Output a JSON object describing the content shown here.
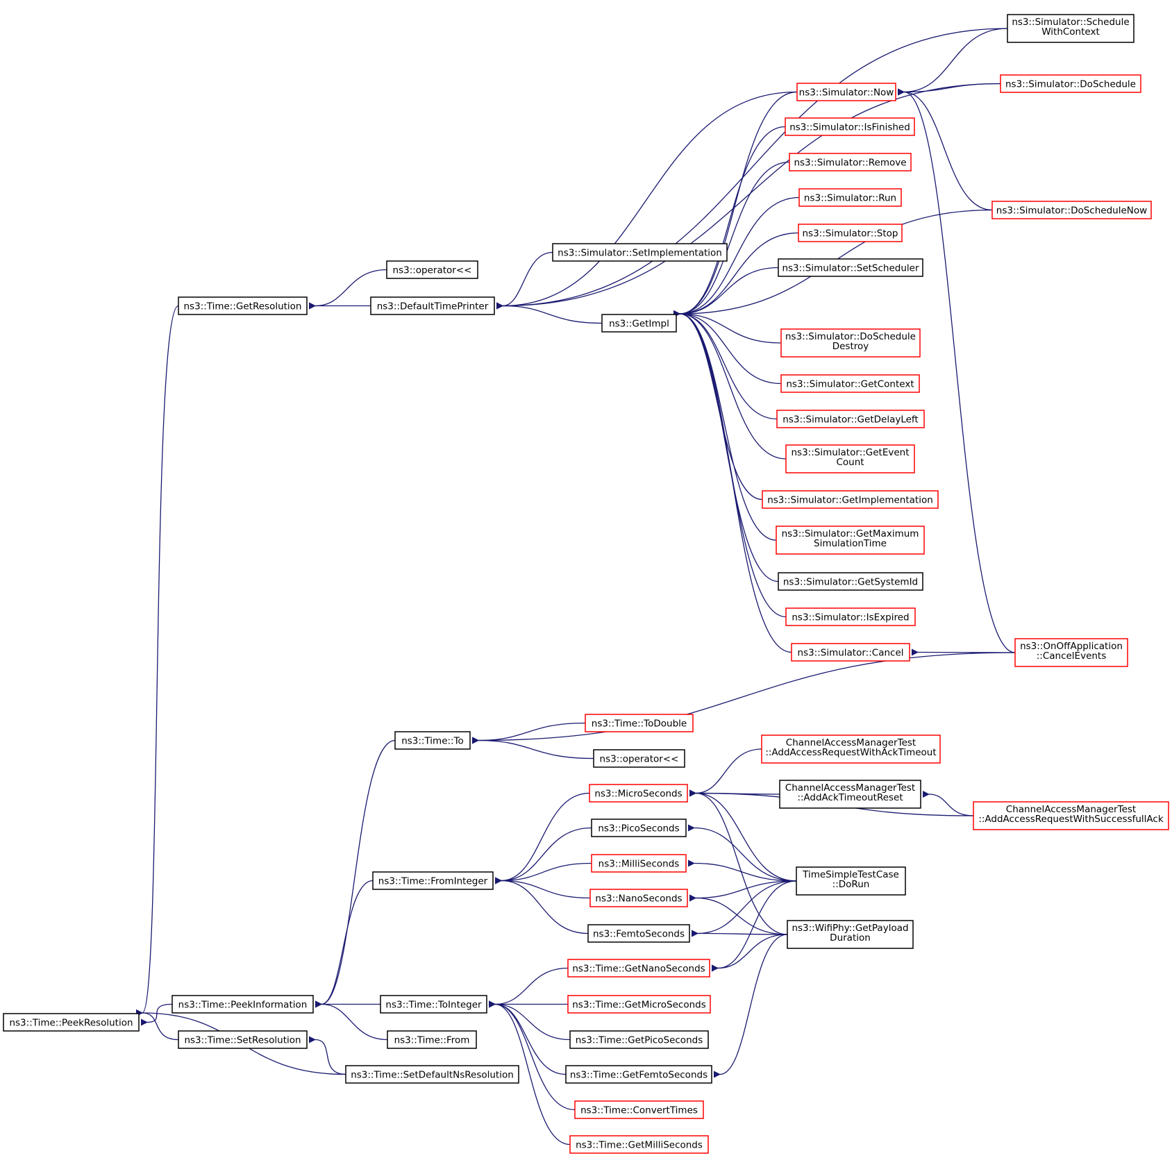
{
  "colors": {
    "edge": "#191970",
    "border_normal": "#000000",
    "border_truncated": "#ff0000",
    "root_fill": "#bfbfbf",
    "node_fill": "#ffffff"
  },
  "nodes": [
    {
      "id": "peek_resolution",
      "lines": [
        "ns3::Time::PeekResolution"
      ],
      "style": "root"
    },
    {
      "id": "get_resolution",
      "lines": [
        "ns3::Time::GetResolution"
      ],
      "style": "normal"
    },
    {
      "id": "operator_shift_1",
      "lines": [
        "ns3::operator<<"
      ],
      "style": "normal"
    },
    {
      "id": "default_time_printer",
      "lines": [
        "ns3::DefaultTimePrinter"
      ],
      "style": "normal"
    },
    {
      "id": "set_implementation",
      "lines": [
        "ns3::Simulator::SetImplementation"
      ],
      "style": "normal"
    },
    {
      "id": "get_impl",
      "lines": [
        "ns3::GetImpl"
      ],
      "style": "normal"
    },
    {
      "id": "schedule_with_context",
      "lines": [
        "ns3::Simulator::Schedule",
        "WithContext"
      ],
      "style": "normal"
    },
    {
      "id": "now",
      "lines": [
        "ns3::Simulator::Now"
      ],
      "style": "truncated"
    },
    {
      "id": "do_schedule",
      "lines": [
        "ns3::Simulator::DoSchedule"
      ],
      "style": "truncated"
    },
    {
      "id": "is_finished",
      "lines": [
        "ns3::Simulator::IsFinished"
      ],
      "style": "truncated"
    },
    {
      "id": "remove",
      "lines": [
        "ns3::Simulator::Remove"
      ],
      "style": "truncated"
    },
    {
      "id": "run",
      "lines": [
        "ns3::Simulator::Run"
      ],
      "style": "truncated"
    },
    {
      "id": "do_schedule_now",
      "lines": [
        "ns3::Simulator::DoScheduleNow"
      ],
      "style": "truncated"
    },
    {
      "id": "stop",
      "lines": [
        "ns3::Simulator::Stop"
      ],
      "style": "truncated"
    },
    {
      "id": "set_scheduler",
      "lines": [
        "ns3::Simulator::SetScheduler"
      ],
      "style": "normal"
    },
    {
      "id": "do_schedule_destroy",
      "lines": [
        "ns3::Simulator::DoSchedule",
        "Destroy"
      ],
      "style": "truncated"
    },
    {
      "id": "get_context",
      "lines": [
        "ns3::Simulator::GetContext"
      ],
      "style": "truncated"
    },
    {
      "id": "get_delay_left",
      "lines": [
        "ns3::Simulator::GetDelayLeft"
      ],
      "style": "truncated"
    },
    {
      "id": "get_event_count",
      "lines": [
        "ns3::Simulator::GetEvent",
        "Count"
      ],
      "style": "truncated"
    },
    {
      "id": "get_implementation",
      "lines": [
        "ns3::Simulator::GetImplementation"
      ],
      "style": "truncated"
    },
    {
      "id": "get_max_sim_time",
      "lines": [
        "ns3::Simulator::GetMaximum",
        "SimulationTime"
      ],
      "style": "truncated"
    },
    {
      "id": "get_system_id",
      "lines": [
        "ns3::Simulator::GetSystemId"
      ],
      "style": "normal"
    },
    {
      "id": "is_expired",
      "lines": [
        "ns3::Simulator::IsExpired"
      ],
      "style": "truncated"
    },
    {
      "id": "cancel",
      "lines": [
        "ns3::Simulator::Cancel"
      ],
      "style": "truncated"
    },
    {
      "id": "onoff_cancel_events",
      "lines": [
        "ns3::OnOffApplication",
        "::CancelEvents"
      ],
      "style": "truncated"
    },
    {
      "id": "time_to",
      "lines": [
        "ns3::Time::To"
      ],
      "style": "normal"
    },
    {
      "id": "to_double",
      "lines": [
        "ns3::Time::ToDouble"
      ],
      "style": "truncated"
    },
    {
      "id": "operator_shift_2",
      "lines": [
        "ns3::operator<<"
      ],
      "style": "normal"
    },
    {
      "id": "cam_ack_timeout",
      "lines": [
        "ChannelAccessManagerTest",
        "::AddAccessRequestWithAckTimeout"
      ],
      "style": "truncated"
    },
    {
      "id": "micro_seconds",
      "lines": [
        "ns3::MicroSeconds"
      ],
      "style": "truncated"
    },
    {
      "id": "cam_ack_timeout_reset",
      "lines": [
        "ChannelAccessManagerTest",
        "::AddAckTimeoutReset"
      ],
      "style": "normal"
    },
    {
      "id": "cam_successful_ack",
      "lines": [
        "ChannelAccessManagerTest",
        "::AddAccessRequestWithSuccessfullAck"
      ],
      "style": "truncated"
    },
    {
      "id": "pico_seconds",
      "lines": [
        "ns3::PicoSeconds"
      ],
      "style": "normal"
    },
    {
      "id": "milli_seconds",
      "lines": [
        "ns3::MilliSeconds"
      ],
      "style": "truncated"
    },
    {
      "id": "time_simple_test",
      "lines": [
        "TimeSimpleTestCase",
        "::DoRun"
      ],
      "style": "normal"
    },
    {
      "id": "from_integer",
      "lines": [
        "ns3::Time::FromInteger"
      ],
      "style": "normal"
    },
    {
      "id": "nano_seconds",
      "lines": [
        "ns3::NanoSeconds"
      ],
      "style": "truncated"
    },
    {
      "id": "femto_seconds",
      "lines": [
        "ns3::FemtoSeconds"
      ],
      "style": "normal"
    },
    {
      "id": "wifi_payload",
      "lines": [
        "ns3::WifiPhy::GetPayload",
        "Duration"
      ],
      "style": "normal"
    },
    {
      "id": "get_nano_seconds",
      "lines": [
        "ns3::Time::GetNanoSeconds"
      ],
      "style": "truncated"
    },
    {
      "id": "peek_information",
      "lines": [
        "ns3::Time::PeekInformation"
      ],
      "style": "normal"
    },
    {
      "id": "to_integer",
      "lines": [
        "ns3::Time::ToInteger"
      ],
      "style": "normal"
    },
    {
      "id": "get_micro_seconds",
      "lines": [
        "ns3::Time::GetMicroSeconds"
      ],
      "style": "truncated"
    },
    {
      "id": "set_resolution",
      "lines": [
        "ns3::Time::SetResolution"
      ],
      "style": "normal"
    },
    {
      "id": "time_from",
      "lines": [
        "ns3::Time::From"
      ],
      "style": "normal"
    },
    {
      "id": "get_pico_seconds",
      "lines": [
        "ns3::Time::GetPicoSeconds"
      ],
      "style": "normal"
    },
    {
      "id": "set_default_ns_resolution",
      "lines": [
        "ns3::Time::SetDefaultNsResolution"
      ],
      "style": "normal"
    },
    {
      "id": "get_femto_seconds",
      "lines": [
        "ns3::Time::GetFemtoSeconds"
      ],
      "style": "normal"
    },
    {
      "id": "convert_times",
      "lines": [
        "ns3::Time::ConvertTimes"
      ],
      "style": "truncated"
    },
    {
      "id": "get_milli_seconds",
      "lines": [
        "ns3::Time::GetMilliSeconds"
      ],
      "style": "truncated"
    }
  ],
  "edges": [
    {
      "to": "peek_resolution",
      "from": "get_resolution"
    },
    {
      "to": "peek_resolution",
      "from": "peek_information"
    },
    {
      "to": "peek_resolution",
      "from": "set_resolution"
    },
    {
      "to": "peek_resolution",
      "from": "set_default_ns_resolution"
    },
    {
      "to": "get_resolution",
      "from": "operator_shift_1"
    },
    {
      "to": "get_resolution",
      "from": "default_time_printer"
    },
    {
      "to": "default_time_printer",
      "from": "set_implementation"
    },
    {
      "to": "default_time_printer",
      "from": "get_impl"
    },
    {
      "to": "default_time_printer",
      "from": "schedule_with_context"
    },
    {
      "to": "default_time_printer",
      "from": "now"
    },
    {
      "to": "default_time_printer",
      "from": "do_schedule"
    },
    {
      "to": "get_impl",
      "from": "is_finished"
    },
    {
      "to": "get_impl",
      "from": "remove"
    },
    {
      "to": "get_impl",
      "from": "run"
    },
    {
      "to": "get_impl",
      "from": "stop"
    },
    {
      "to": "get_impl",
      "from": "set_scheduler"
    },
    {
      "to": "get_impl",
      "from": "do_schedule_now"
    },
    {
      "to": "get_impl",
      "from": "do_schedule_destroy"
    },
    {
      "to": "get_impl",
      "from": "get_context"
    },
    {
      "to": "get_impl",
      "from": "get_delay_left"
    },
    {
      "to": "get_impl",
      "from": "get_event_count"
    },
    {
      "to": "get_impl",
      "from": "get_implementation"
    },
    {
      "to": "get_impl",
      "from": "get_max_sim_time"
    },
    {
      "to": "get_impl",
      "from": "get_system_id"
    },
    {
      "to": "get_impl",
      "from": "is_expired"
    },
    {
      "to": "get_impl",
      "from": "cancel"
    },
    {
      "to": "get_impl",
      "from": "now"
    },
    {
      "to": "now",
      "from": "schedule_with_context"
    },
    {
      "to": "now",
      "from": "do_schedule"
    },
    {
      "to": "now",
      "from": "do_schedule_now"
    },
    {
      "to": "now",
      "from": "onoff_cancel_events"
    },
    {
      "to": "cancel",
      "from": "onoff_cancel_events"
    },
    {
      "to": "time_to",
      "from": "onoff_cancel_events"
    },
    {
      "to": "time_to",
      "from": "to_double"
    },
    {
      "to": "time_to",
      "from": "operator_shift_2"
    },
    {
      "to": "peek_information",
      "from": "time_to"
    },
    {
      "to": "peek_information",
      "from": "from_integer"
    },
    {
      "to": "peek_information",
      "from": "to_integer"
    },
    {
      "to": "peek_information",
      "from": "time_from"
    },
    {
      "to": "from_integer",
      "from": "micro_seconds"
    },
    {
      "to": "from_integer",
      "from": "pico_seconds"
    },
    {
      "to": "from_integer",
      "from": "milli_seconds"
    },
    {
      "to": "from_integer",
      "from": "nano_seconds"
    },
    {
      "to": "from_integer",
      "from": "femto_seconds"
    },
    {
      "to": "micro_seconds",
      "from": "cam_ack_timeout"
    },
    {
      "to": "micro_seconds",
      "from": "cam_ack_timeout_reset"
    },
    {
      "to": "micro_seconds",
      "from": "cam_successful_ack"
    },
    {
      "to": "micro_seconds",
      "from": "time_simple_test"
    },
    {
      "to": "micro_seconds",
      "from": "wifi_payload"
    },
    {
      "to": "cam_ack_timeout_reset",
      "from": "cam_successful_ack"
    },
    {
      "to": "pico_seconds",
      "from": "time_simple_test"
    },
    {
      "to": "milli_seconds",
      "from": "time_simple_test"
    },
    {
      "to": "nano_seconds",
      "from": "time_simple_test"
    },
    {
      "to": "nano_seconds",
      "from": "wifi_payload"
    },
    {
      "to": "femto_seconds",
      "from": "time_simple_test"
    },
    {
      "to": "femto_seconds",
      "from": "wifi_payload"
    },
    {
      "to": "get_nano_seconds",
      "from": "time_simple_test"
    },
    {
      "to": "get_nano_seconds",
      "from": "wifi_payload"
    },
    {
      "to": "to_integer",
      "from": "get_nano_seconds"
    },
    {
      "to": "to_integer",
      "from": "get_micro_seconds"
    },
    {
      "to": "to_integer",
      "from": "get_pico_seconds"
    },
    {
      "to": "to_integer",
      "from": "get_femto_seconds"
    },
    {
      "to": "to_integer",
      "from": "convert_times"
    },
    {
      "to": "to_integer",
      "from": "get_milli_seconds"
    },
    {
      "to": "get_femto_seconds",
      "from": "wifi_payload"
    },
    {
      "to": "set_resolution",
      "from": "set_default_ns_resolution"
    }
  ]
}
